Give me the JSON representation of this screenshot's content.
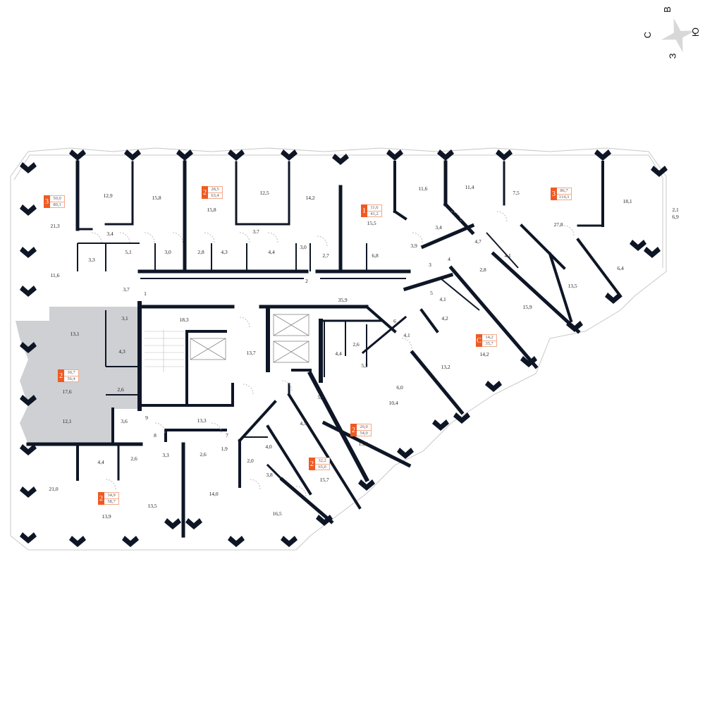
{
  "compass": {
    "north": "С",
    "east": "В",
    "south": "Ю",
    "west": "З"
  },
  "colors": {
    "accent": "#f05a22",
    "wall": "#0e1626",
    "selected": "#cfd0d3",
    "outline": "#c8c8c8"
  },
  "apartments": [
    {
      "rooms": "3",
      "living": "50,0",
      "total": "80,1"
    },
    {
      "rooms": "2",
      "living": "28,5",
      "total": "63,4"
    },
    {
      "rooms": "1",
      "living": "11,6",
      "total": "41,2"
    },
    {
      "rooms": "3",
      "living": "86,7",
      "total": "114,3"
    },
    {
      "rooms": "С",
      "living": "14,2",
      "total": "35,7"
    },
    {
      "rooms": "2",
      "living": "30,7",
      "total": "56,4",
      "selected": true
    },
    {
      "rooms": "2",
      "living": "26,0",
      "total": "54,0"
    },
    {
      "rooms": "2",
      "living": "32,2",
      "total": "65,0"
    },
    {
      "rooms": "2",
      "living": "34,9",
      "total": "58,7"
    }
  ],
  "room_areas": [
    "21,3",
    "12,9",
    "15,8",
    "15,8",
    "12,5",
    "14,2",
    "15,5",
    "11,6",
    "11,4",
    "7,5",
    "27,8",
    "18,1",
    "2,1",
    "6,9",
    "3,4",
    "3,7",
    "5,1",
    "3,0",
    "2,8",
    "4,3",
    "4,4",
    "3,0",
    "2,7",
    "6,8",
    "3,9",
    "3,4",
    "4,7",
    "4",
    "3",
    "2,8",
    "4,1",
    "6,4",
    "13,5",
    "3,3",
    "11,6",
    "3,7",
    "1",
    "2",
    "35,9",
    "5",
    "4,1",
    "4,2",
    "15,9",
    "6",
    "4,1",
    "13,1",
    "3,1",
    "18,3",
    "13,7",
    "4,3",
    "17,6",
    "2,6",
    "2,6",
    "4,4",
    "5,2",
    "14,2",
    "13,2",
    "6,0",
    "5,7",
    "10,4",
    "12,1",
    "3,6",
    "9",
    "13,3",
    "8",
    "7",
    "4,5",
    "15,6",
    "1,9",
    "3,3",
    "2,6",
    "4,0",
    "2,0",
    "2,6",
    "4,4",
    "3,8",
    "15,7",
    "21,0",
    "14,0",
    "13,5",
    "13,9",
    "16,5"
  ]
}
